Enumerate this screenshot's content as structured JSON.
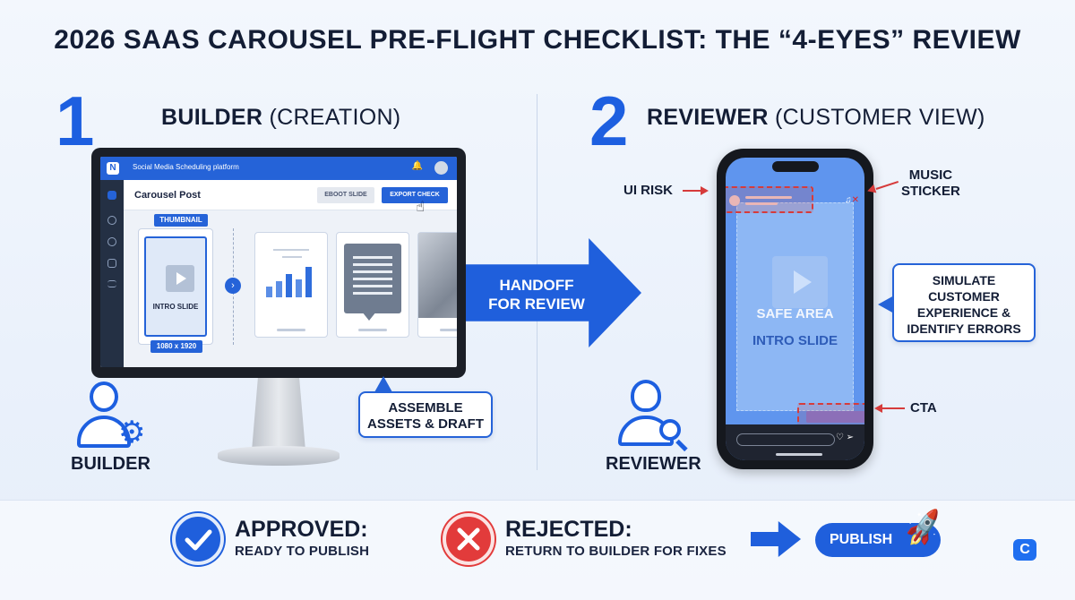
{
  "title": "2026 SAAS CAROUSEL PRE-FLIGHT CHECKLIST: THE “4-EYES” REVIEW",
  "builder_section": {
    "number": "1",
    "heading_bold": "BUILDER",
    "heading_rest": " (CREATION)",
    "role_label": "BUILDER",
    "callout": "ASSEMBLE ASSETS & DRAFT",
    "app": {
      "platform_name": "Social Media Scheduling platform",
      "post_title": "Carousel Post",
      "edit_button": "EBOOT SLIDE",
      "export_button": "EXPORT CHECK",
      "thumbnail_tag": "THUMBNAIL",
      "intro_slide_label": "INTRO SLIDE",
      "size_tag": "1080 x 1920"
    }
  },
  "handoff": {
    "line1": "HANDOFF",
    "line2": "FOR REVIEW"
  },
  "reviewer_section": {
    "number": "2",
    "heading_bold": "REVIEWER",
    "heading_rest": " (CUSTOMER VIEW)",
    "role_label": "REVIEWER",
    "annotations": {
      "ui_risk": "UI RISK",
      "music_line1": "MUSIC",
      "music_line2": "STICKER",
      "cta": "CTA"
    },
    "callout_lines": [
      "SIMULATE",
      "CUSTOMER",
      "EXPERIENCE &",
      "IDENTIFY ERRORS"
    ],
    "phone": {
      "safe_area_label": "SAFE AREA",
      "intro_slide_label": "INTRO SLIDE"
    }
  },
  "outcomes": {
    "approved_title": "APPROVED:",
    "approved_sub": "READY TO PUBLISH",
    "rejected_title": "REJECTED:",
    "rejected_sub": "RETURN TO BUILDER FOR FIXES",
    "publish_label": "PUBLISH"
  },
  "colors": {
    "primary_blue": "#1f5fdc",
    "risk_red": "#d63b3b",
    "approved": "#1f5fdc",
    "rejected": "#e23b3b"
  }
}
